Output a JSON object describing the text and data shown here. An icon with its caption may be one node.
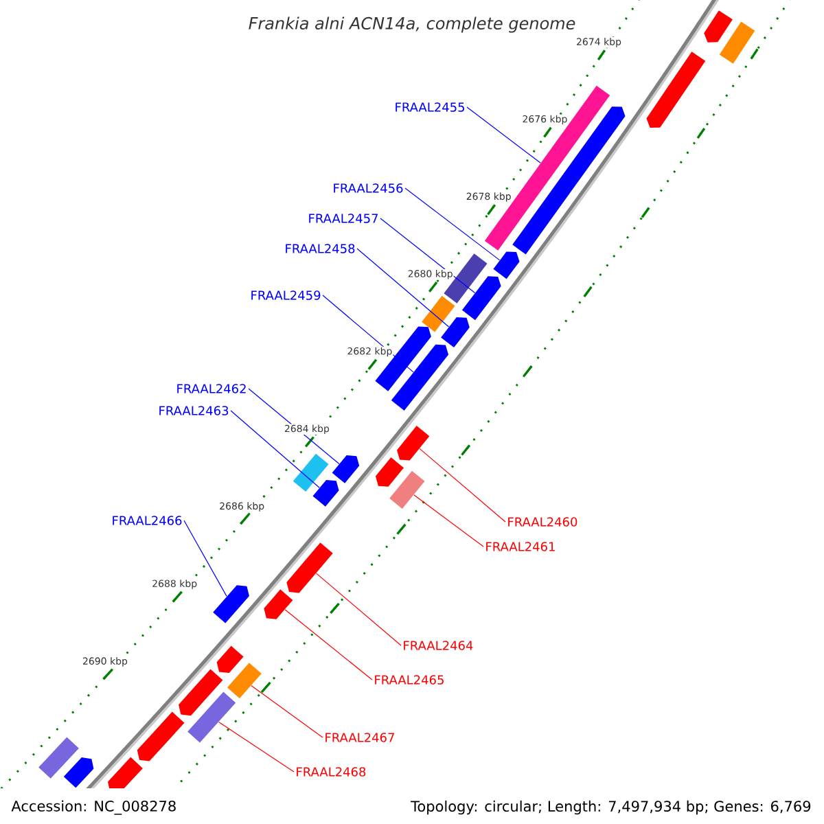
{
  "diagram": {
    "title": "Frankia alni ACN14a, complete genome",
    "nodes": [
      {
        "text": [
          "FRAAL2455"
        ]
      },
      {
        "text": [
          "FRAAL2456"
        ]
      },
      {
        "text": [
          "FRAAL2457"
        ]
      },
      {
        "text": [
          "FRAAL2458"
        ]
      },
      {
        "text": [
          "FRAAL2459"
        ]
      },
      {
        "text": [
          "FRAAL2462"
        ]
      },
      {
        "text": [
          "FRAAL2463"
        ]
      },
      {
        "text": [
          "FRAAL2460"
        ]
      },
      {
        "text": [
          "FRAAL2461"
        ]
      },
      {
        "text": [
          "FRAAL2466"
        ]
      },
      {
        "text": [
          "FRAAL2464"
        ]
      },
      {
        "text": [
          "FRAAL2465"
        ]
      },
      {
        "text": [
          "FRAAL2467"
        ]
      },
      {
        "text": [
          "FRAAL2468"
        ]
      },
      {
        "text": [],
        "shape": "bar"
      },
      {
        "text": [],
        "shape": "box"
      },
      {
        "text": [],
        "shape": "bar"
      },
      {
        "text": [],
        "shape": "box"
      },
      {
        "text": [],
        "shape": "bar"
      },
      {
        "text": [],
        "shape": "bar"
      },
      {
        "text": [],
        "shape": "box"
      },
      {
        "text": [],
        "shape": "bar"
      },
      {
        "text": [],
        "shape": "box"
      },
      {
        "text": [],
        "shape": "bar"
      },
      {
        "text": [],
        "shape": "bar"
      },
      {
        "text": [],
        "shape": "bar"
      },
      {
        "text": [],
        "shape": "bar"
      },
      {
        "text": [],
        "shape": "bar"
      },
      {
        "text": [],
        "shape": "box"
      },
      {
        "text": [],
        "shape": "bar"
      },
      {
        "text": [],
        "shape": "box"
      },
      {
        "text": [],
        "shape": "bar"
      },
      {
        "text": [],
        "shape": "bar"
      },
      {
        "text": [],
        "shape": "bar"
      },
      {
        "text": [],
        "shape": "bar"
      },
      {
        "text": [],
        "shape": "bar"
      },
      {
        "text": [],
        "shape": "box"
      },
      {
        "text": [],
        "shape": "bar"
      },
      {
        "text": [],
        "shape": "box"
      },
      {
        "text": [],
        "shape": "bar"
      },
      {
        "text": [],
        "shape": "bar"
      },
      {
        "text": [],
        "shape": "box"
      },
      {
        "text": [],
        "shape": "bar"
      }
    ],
    "edges": [
      {
        "from": 0,
        "to": 17,
        "arrow": "none"
      },
      {
        "from": 1,
        "to": 19,
        "arrow": "none"
      },
      {
        "from": 2,
        "to": 21,
        "arrow": "none"
      },
      {
        "from": 3,
        "to": 23,
        "arrow": "none"
      },
      {
        "from": 4,
        "to": 25,
        "arrow": "none"
      },
      {
        "from": 5,
        "to": 29,
        "arrow": "none"
      },
      {
        "from": 6,
        "to": 31,
        "arrow": "none"
      },
      {
        "from": 7,
        "to": 26,
        "arrow": "none",
        "color": "#ff0000"
      },
      {
        "from": 8,
        "to": 28,
        "arrow": "none",
        "color": "#ff0000"
      },
      {
        "from": 9,
        "to": 34,
        "arrow": "none"
      },
      {
        "from": 10,
        "to": 32,
        "arrow": "none",
        "color": "#ff0000"
      },
      {
        "from": 11,
        "to": 33,
        "arrow": "none",
        "color": "#ff0000"
      },
      {
        "from": 12,
        "to": 36,
        "arrow": "none",
        "color": "#ff0000"
      },
      {
        "from": 13,
        "to": 38,
        "arrow": "none",
        "color": "#ff0000"
      }
    ],
    "labels": [
      "2674 kbp",
      "2676 kbp",
      "2678 kbp",
      "2680 kbp",
      "2682 kbp",
      "2684 kbp",
      "2686 kbp",
      "2688 kbp",
      "2690 kbp",
      "Accession: NC_008278",
      "Topology: circular; Length: 7,497,934 bp; Genes: 6,769"
    ]
  }
}
